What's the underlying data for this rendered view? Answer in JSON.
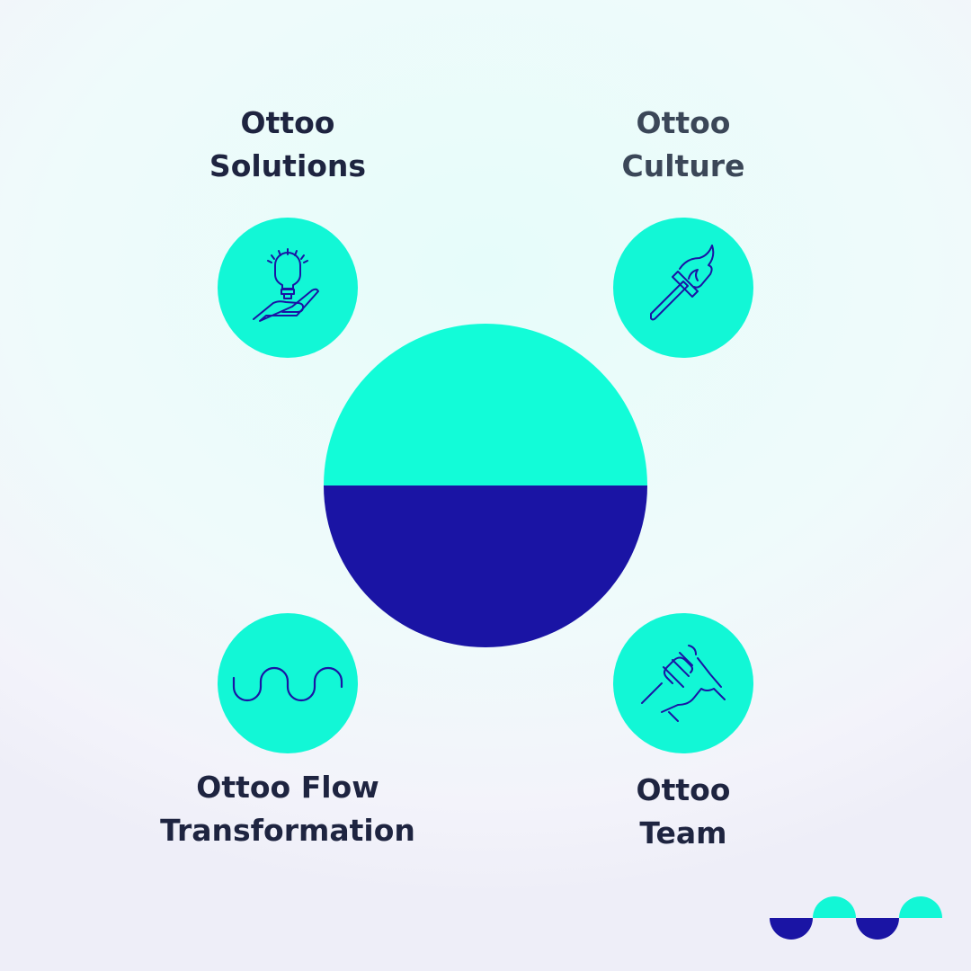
{
  "items": [
    {
      "line1": "Ottoo",
      "line2": "Solutions",
      "icon": "lightbulb-hand-icon"
    },
    {
      "line1": "Ottoo",
      "line2": "Culture",
      "icon": "torch-icon"
    },
    {
      "line1": "Ottoo Flow",
      "line2": "Transformation",
      "icon": "wave-icon"
    },
    {
      "line1": "Ottoo",
      "line2": "Team",
      "icon": "handshake-icon"
    }
  ],
  "colors": {
    "teal": "#12f7d6",
    "navy": "#1a14a4",
    "text": "#1e2440"
  }
}
